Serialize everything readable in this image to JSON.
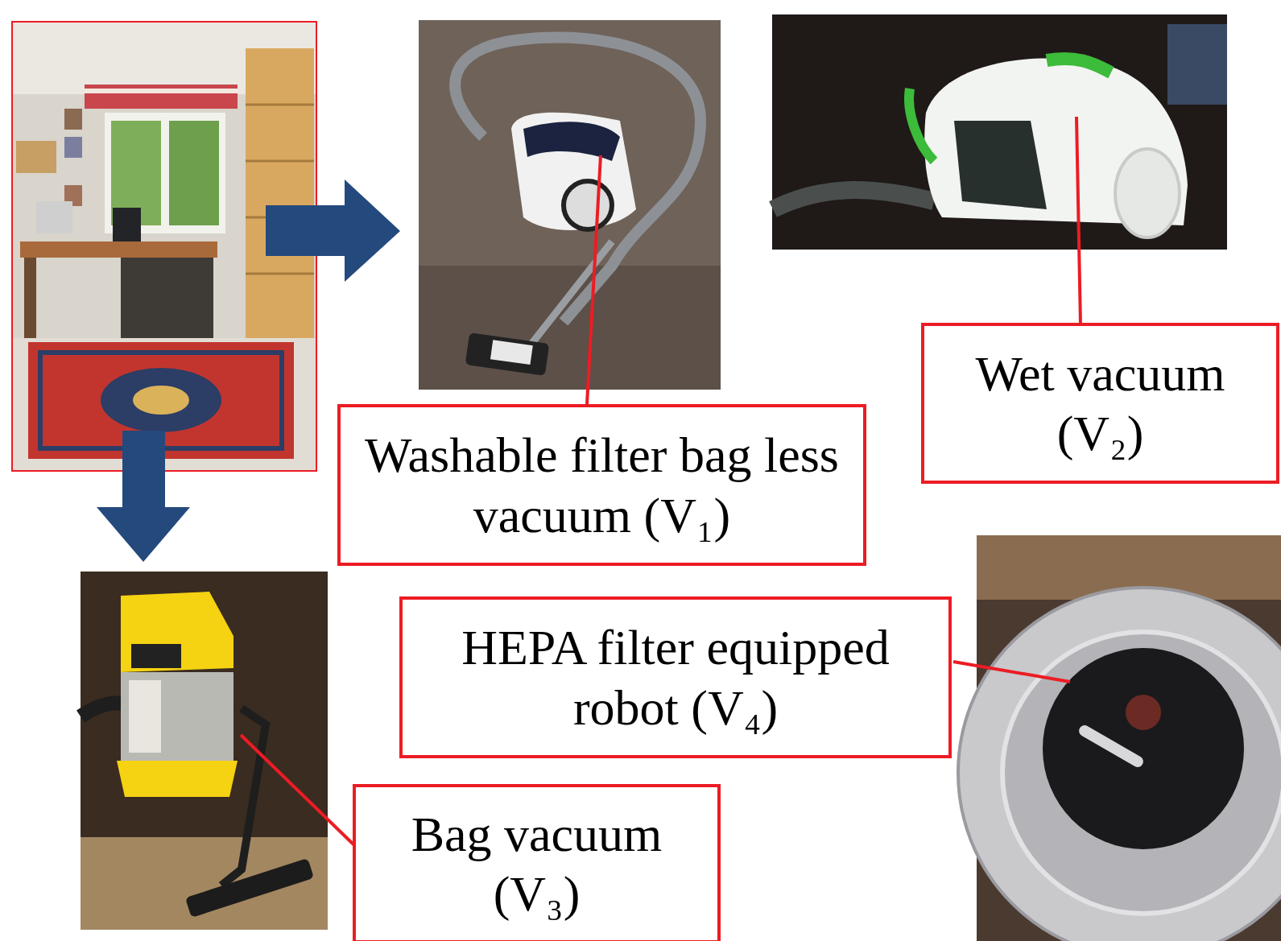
{
  "diagram": {
    "nodes": [
      {
        "text": [
          "Wet vacuum (V₂)"
        ]
      },
      {
        "text": [
          "Washable filter bag less vacuum (V₁)"
        ]
      },
      {
        "text": [
          "HEPA filter equipped robot (V₄)"
        ]
      },
      {
        "text": [
          "Bag vacuum (V₃)"
        ]
      }
    ]
  }
}
